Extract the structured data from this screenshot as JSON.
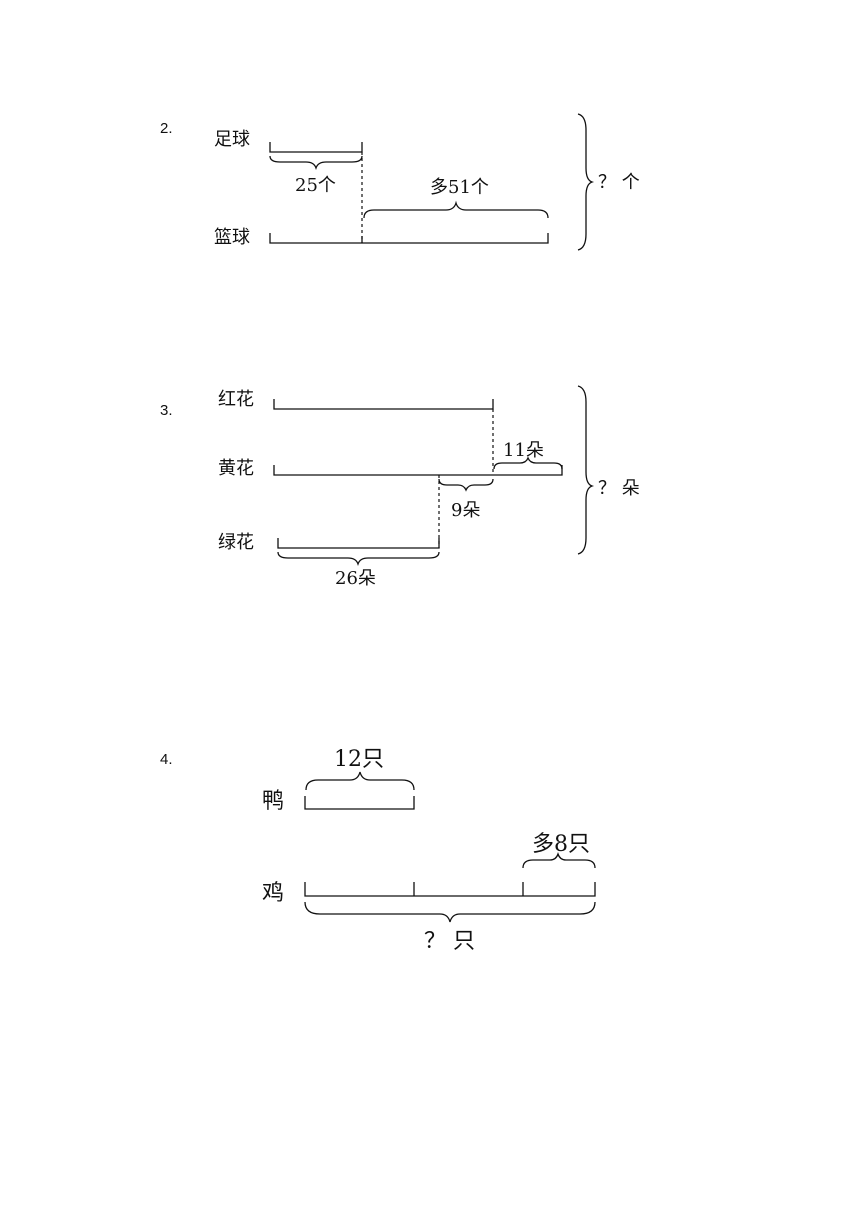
{
  "problem2": {
    "number": "2.",
    "row1_label": "足球",
    "row2_label": "篮球",
    "left_brace_label": "25个",
    "right_brace_label": "多51个",
    "total_label": "？ 个"
  },
  "problem3": {
    "number": "3.",
    "row1_label": "红花",
    "row2_label": "黄花",
    "row3_label": "绿花",
    "yellow_extra_label": "11朵",
    "diff_label": "9朵",
    "green_label": "26朵",
    "total_label": "？ 朵"
  },
  "problem4": {
    "number": "4.",
    "duck_label": "鸭",
    "chicken_label": "鸡",
    "duck_count_label": "12只",
    "extra_label": "多8只",
    "total_label": "？ 只"
  }
}
